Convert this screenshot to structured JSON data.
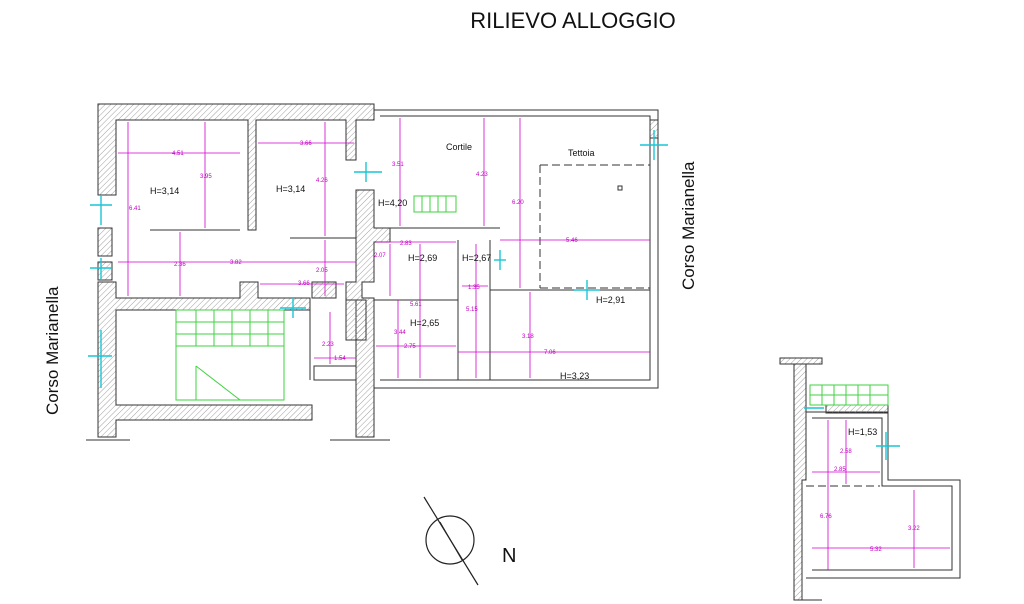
{
  "title": "RILIEVO ALLOGGIO",
  "streets": [
    "Corso Marianella",
    "Corso Marianella"
  ],
  "rooms": {
    "h1": "H=3,14",
    "h2": "H=3,14",
    "h3": "H=4,20",
    "h4": "H=2,69",
    "h5": "H=2,67",
    "h6": "H=2,65",
    "h7": "H=2,91",
    "h8": "H=3,23",
    "h9": "H=1,53",
    "cortile": "Cortile",
    "tettoia": "Tettoia"
  },
  "dims": [
    "4.51",
    "3.95",
    "3.66",
    "4.26",
    "6.41",
    "3.51",
    "4.23",
    "6.20",
    "2.36",
    "3.82",
    "2.05",
    "3.66",
    "2.83",
    "2.07",
    "5.46",
    "1.35",
    "5.61",
    "5.15",
    "3.44",
    "2.75",
    "3.18",
    "7.06",
    "2.23",
    "1.54",
    "2.58",
    "2.85",
    "6.76",
    "5.32",
    "3.22"
  ],
  "north_label": "N"
}
